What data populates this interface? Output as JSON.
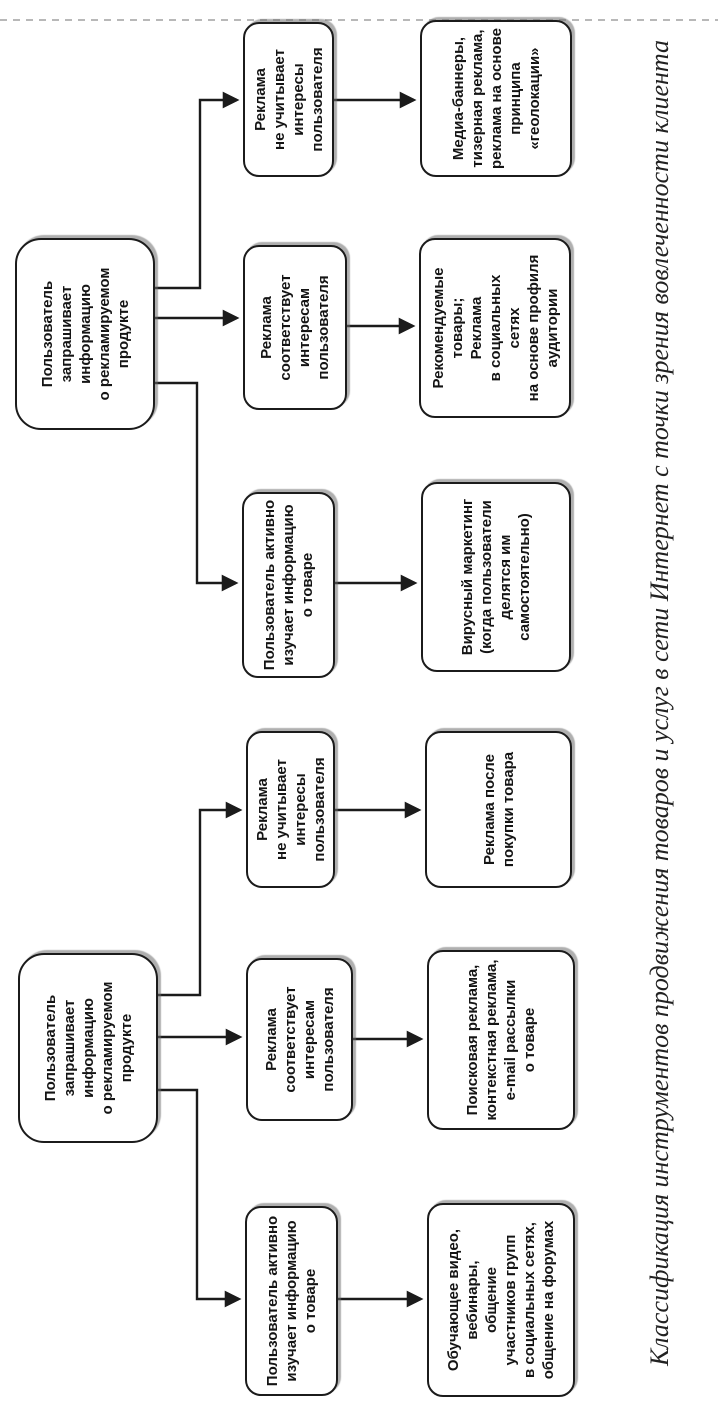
{
  "figure": {
    "caption": "Классификация инструментов продвижения товаров и услуг в сети Интернет с точки зрения вовлеченности клиента"
  },
  "colors": {
    "ink": "#1b1b1b",
    "box_fill": "#ffffff",
    "dashed_margin_line": "#b8b8b8"
  },
  "diagram": {
    "trees": [
      {
        "name": "left-tree",
        "root": "Пользователь\nзапрашивает\nинформацию\nо рекламируемом\nпродукте",
        "children": [
          {
            "label": "Пользователь активно\nизучает информацию\nо товаре"
          },
          {
            "label": "Реклама\nсоответствует\nинтересам\nпользователя"
          },
          {
            "label": "Реклама\nне учитывает\nинтересы\nпользователя"
          }
        ],
        "leaves": [
          {
            "label": "Обучающее видео,\nвебинары,\nобщение\nучастников групп\nв социальных сетях,\nобщение на форумах"
          },
          {
            "label": "Поисковая реклама,\nконтекстная реклама,\ne-mail рассылки\nо товаре"
          },
          {
            "label": "Реклама после\nпокупки товара"
          }
        ]
      },
      {
        "name": "right-tree",
        "root": "Пользователь\nзапрашивает\nинформацию\nо рекламируемом\nпродукте",
        "children": [
          {
            "label": "Пользователь активно\nизучает информацию\nо товаре"
          },
          {
            "label": "Реклама\nсоответствует\nинтересам\nпользователя"
          },
          {
            "label": "Реклама\nне учитывает\nинтересы\nпользователя"
          }
        ],
        "leaves": [
          {
            "label": "Вирусный маркетинг\n(когда пользователи\nделятся им\nсамостоятельно)"
          },
          {
            "label": "Рекомендуемые\nтовары;\nРеклама\nв социальных\nсетях\nна основе профиля\nаудитории"
          },
          {
            "label": "Медиа-баннеры,\nтизерная реклама,\nреклама на основе\nпринципа\n«геолокации»"
          }
        ]
      }
    ]
  }
}
